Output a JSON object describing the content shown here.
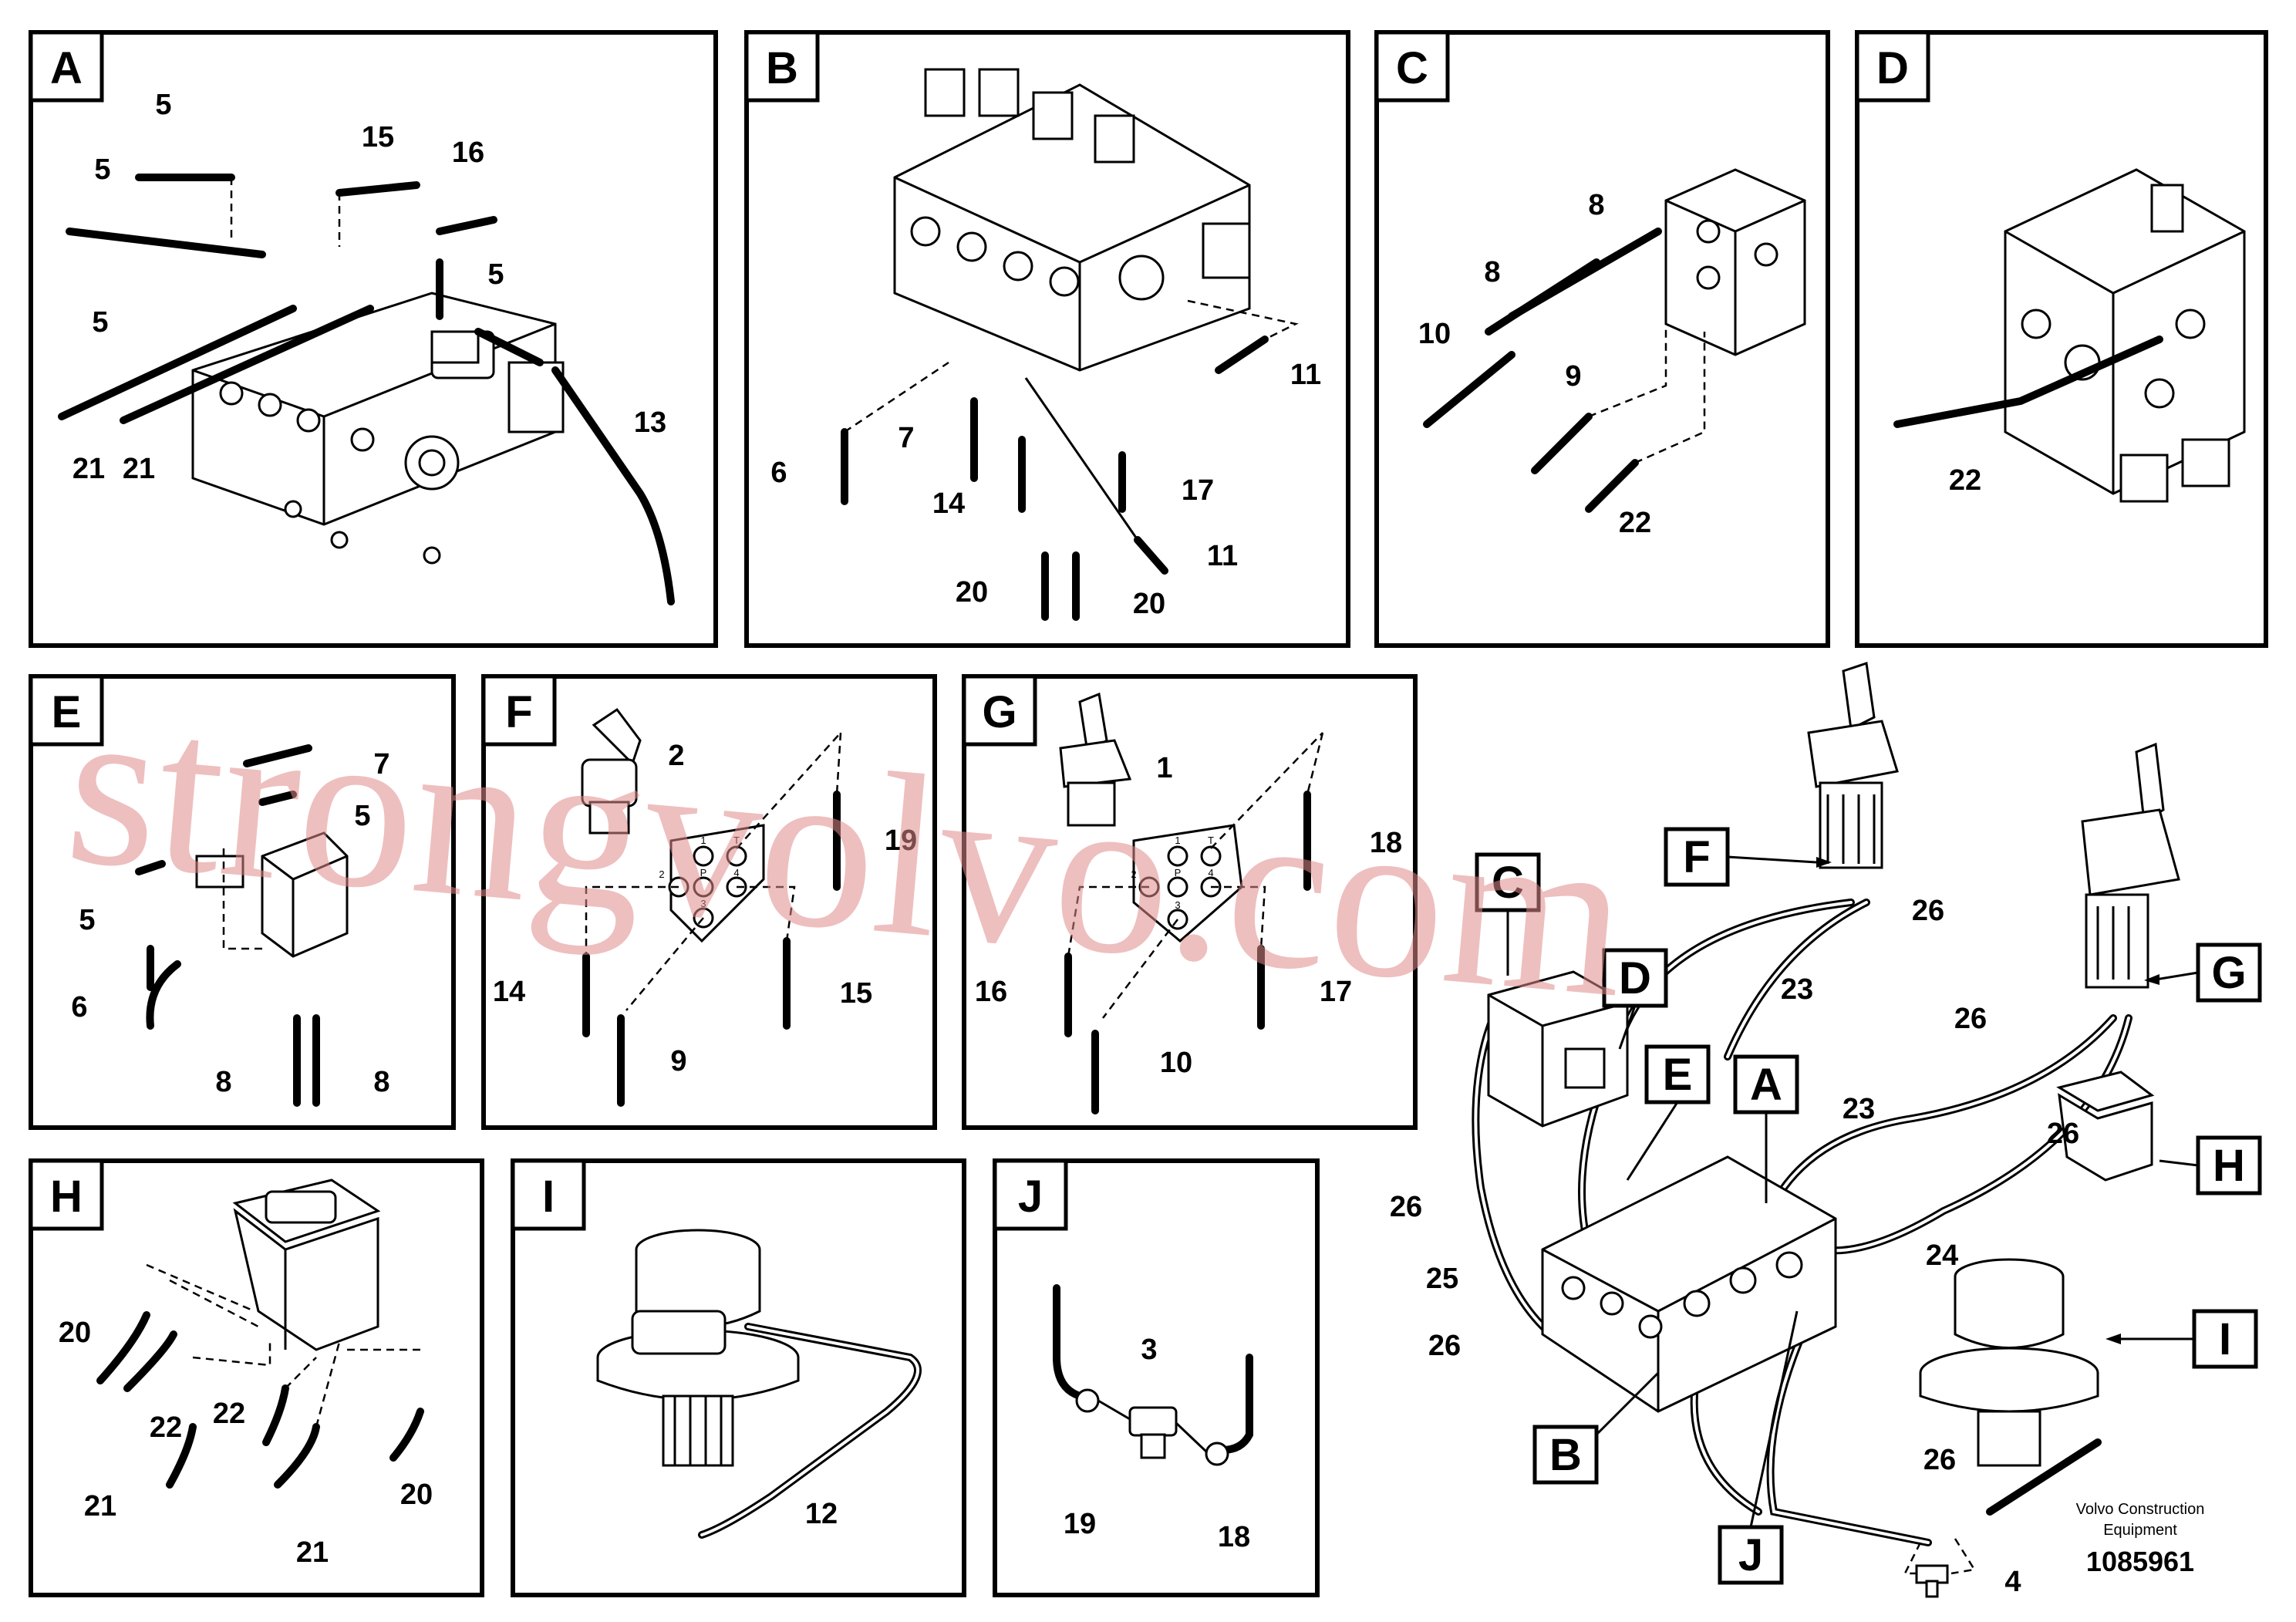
{
  "panels": {
    "A": {
      "tag": "A",
      "callouts": [
        "5",
        "5",
        "15",
        "16",
        "5",
        "5",
        "21",
        "21",
        "13"
      ]
    },
    "B": {
      "tag": "B",
      "callouts": [
        "11",
        "6",
        "7",
        "14",
        "17",
        "11",
        "20",
        "20"
      ]
    },
    "C": {
      "tag": "C",
      "callouts": [
        "8",
        "8",
        "10",
        "9",
        "22"
      ]
    },
    "D": {
      "tag": "D",
      "callouts": [
        "22"
      ]
    },
    "E": {
      "tag": "E",
      "callouts": [
        "7",
        "5",
        "5",
        "6",
        "8",
        "8"
      ]
    },
    "F": {
      "tag": "F",
      "callouts": [
        "2",
        "19",
        "14",
        "15",
        "9"
      ],
      "ports": [
        "1",
        "T",
        "2",
        "P",
        "4",
        "3"
      ]
    },
    "G": {
      "tag": "G",
      "callouts": [
        "1",
        "18",
        "16",
        "17",
        "10"
      ],
      "ports": [
        "1",
        "T",
        "2",
        "P",
        "4",
        "3"
      ]
    },
    "H": {
      "tag": "H",
      "callouts": [
        "20",
        "22",
        "22",
        "21",
        "21",
        "20"
      ]
    },
    "I": {
      "tag": "I",
      "callouts": [
        "12"
      ]
    },
    "J": {
      "tag": "J",
      "callouts": [
        "3",
        "19",
        "18"
      ]
    }
  },
  "overview": {
    "tags": [
      "F",
      "G",
      "C",
      "D",
      "E",
      "A",
      "H",
      "B",
      "J",
      "I"
    ],
    "callouts": [
      "26",
      "23",
      "26",
      "23",
      "26",
      "26",
      "25",
      "26",
      "24",
      "26",
      "4"
    ]
  },
  "footer": {
    "brand_line1": "Volvo Construction",
    "brand_line2": "Equipment",
    "doc_number": "1085961"
  },
  "watermark": "strongvolvo.com"
}
